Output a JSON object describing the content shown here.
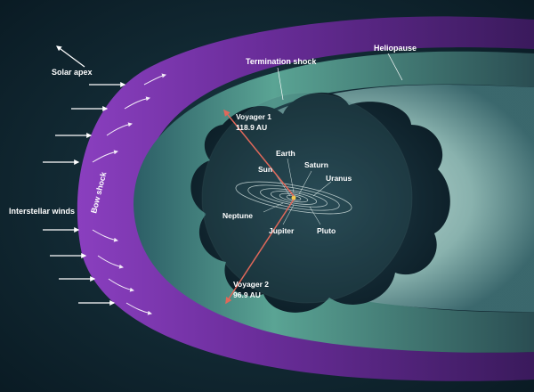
{
  "labels": {
    "solar_apex": "Solar apex",
    "heliopause": "Heliopause",
    "termination_shock": "Termination shock",
    "bow_shock": "Bow shock",
    "interstellar_winds": "Interstellar winds",
    "voyager1_name": "Voyager 1",
    "voyager1_distance": "118.9 AU",
    "voyager2_name": "Voyager 2",
    "voyager2_distance": "96.9 AU",
    "planets": {
      "earth": "Earth",
      "sun": "Sun",
      "saturn": "Saturn",
      "uranus": "Uranus",
      "neptune": "Neptune",
      "jupiter": "Jupiter",
      "pluto": "Pluto"
    }
  },
  "colors": {
    "space": "#0b1f2a",
    "bow_shock": "#6a2d9a",
    "heliosheath": "#3a7f72",
    "heliosphere": "#9fc6bf",
    "voyager_track": "#e0685a",
    "text": "#ffffff"
  }
}
